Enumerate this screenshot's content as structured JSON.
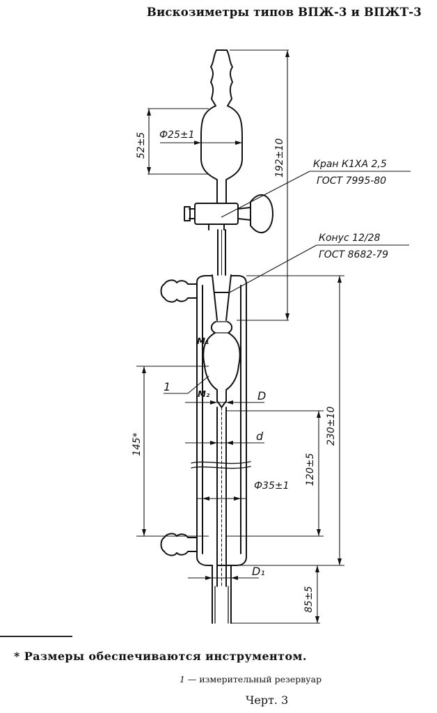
{
  "header": {
    "title": "Вискозиметры типов ВПЖ-3 и ВПЖТ-3"
  },
  "drawing": {
    "dim_52": "52±5",
    "dim_d25": "Ф25±1",
    "dim_192": "192±10",
    "tap_label_line1": "Кран К1ХА 2,5",
    "tap_label_line2": "ГОСТ 7995-80",
    "cone_label_line1": "Конус 12/28",
    "cone_label_line2": "ГОСТ 8682-79",
    "mark_m1": "M₁",
    "mark_m2": "M₂",
    "callout_1": "1",
    "dim_230": "230±10",
    "dim_145": "145*",
    "label_D": "D",
    "label_d": "d",
    "dim_120": "120±5",
    "dim_d35": "Ф35±1",
    "label_D1": "D₁",
    "dim_85": "85±5"
  },
  "footer": {
    "note": "* Размеры обеспечиваются инструментом.",
    "legend_num": "1",
    "legend_text": " — измерительный резервуар",
    "caption": "Черт. 3"
  }
}
